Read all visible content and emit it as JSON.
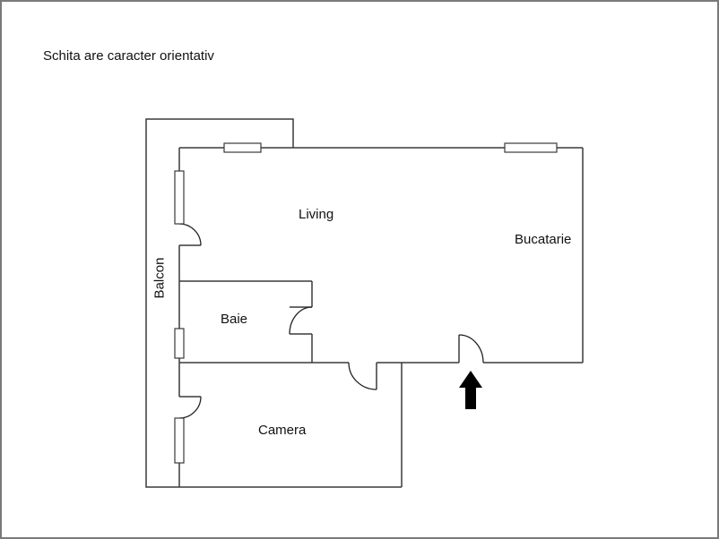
{
  "note": "Schita are caracter orientativ",
  "rooms": {
    "living": "Living",
    "bucatarie": "Bucatarie",
    "baie": "Baie",
    "camera": "Camera",
    "balcon": "Balcon"
  },
  "icons": {
    "entrance": "arrow-up-icon"
  },
  "colors": {
    "wall": "#3a3a3a",
    "frame": "#7a7a7a",
    "arrow": "#000000"
  }
}
